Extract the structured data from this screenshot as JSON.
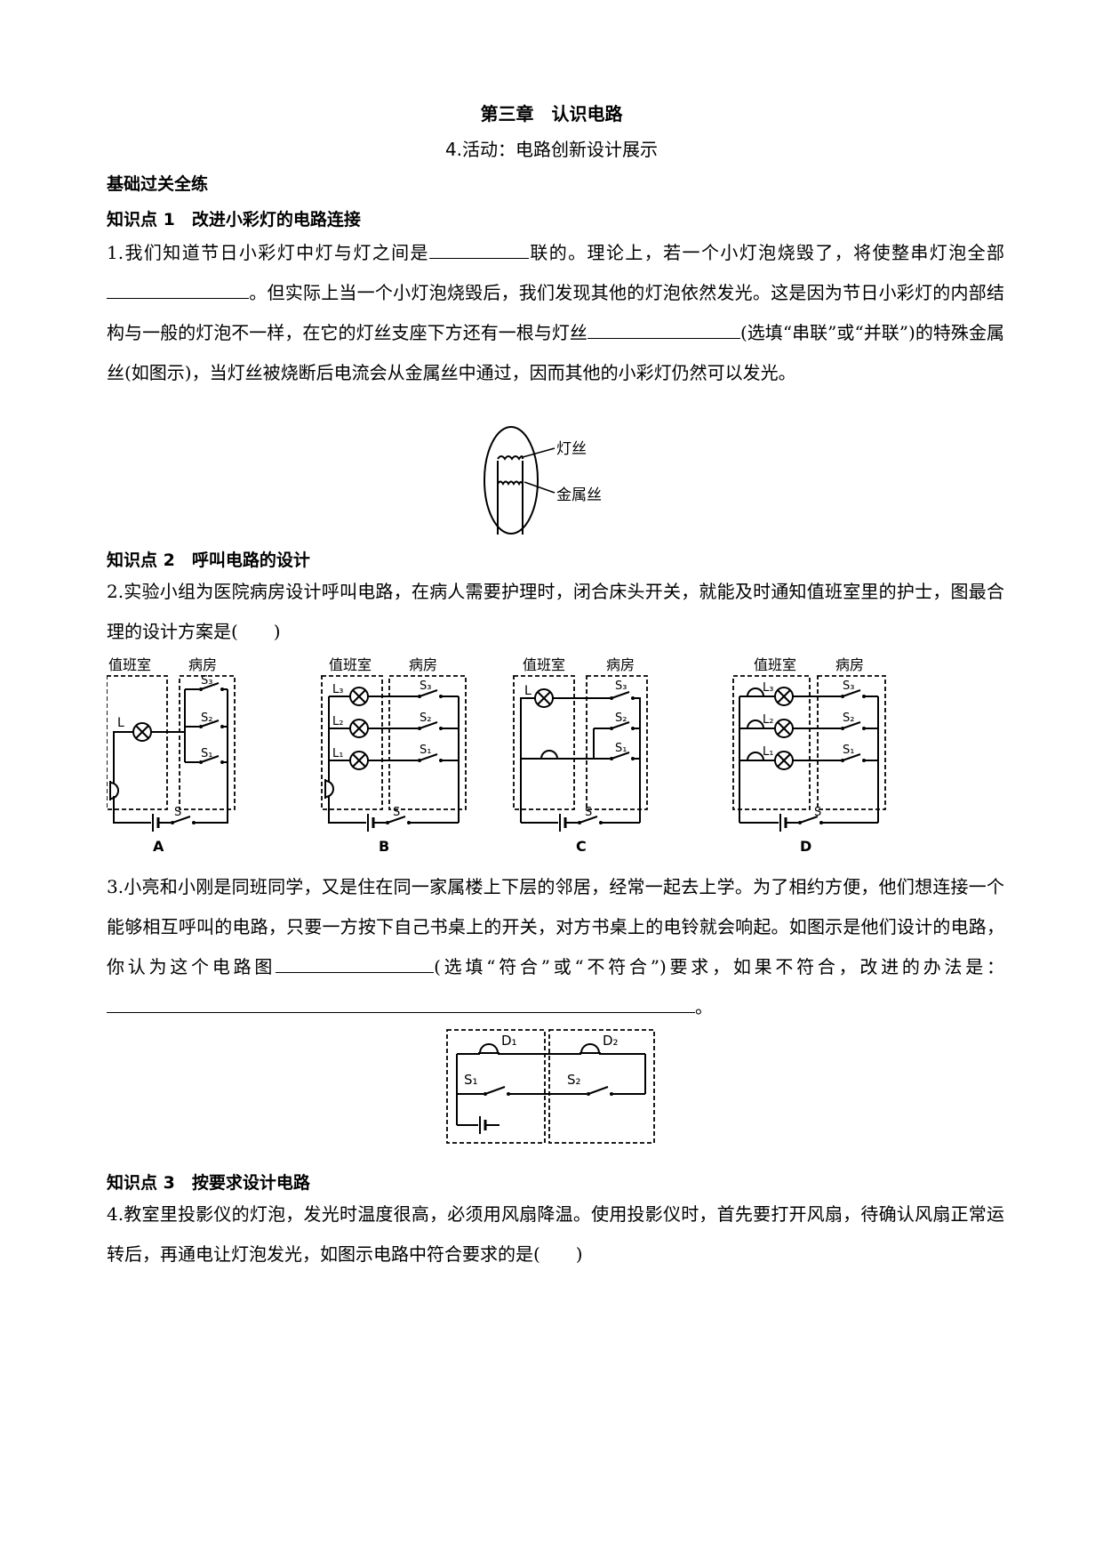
{
  "header": {
    "chapter": "第三章　认识电路",
    "lesson": "4.活动：电路创新设计展示"
  },
  "sections": {
    "basic": "基础过关全练",
    "kp1": "知识点 1　改进小彩灯的电路连接",
    "kp2": "知识点 2　呼叫电路的设计",
    "kp3": "知识点 3　按要求设计电路"
  },
  "q1": {
    "s1": "1.我们知道节日小彩灯中灯与灯之间是",
    "s2": "联的。理论上，若一个小灯泡烧毁了，将使整串灯泡全部",
    "s3": "。但实际上当一个小灯泡烧毁后，我们发现其他的灯泡依然发光。这是因为节日小彩灯的内部结构与一般的灯泡不一样，在它的灯丝支座下方还有一根与灯丝",
    "s4": "(选填“串联”或“并联”)的特殊金属丝(如图示)，当灯丝被烧断后电流会从金属丝中通过，因而其他的小彩灯仍然可以发光。",
    "fig_label_filament": "灯丝",
    "fig_label_wire": "金属丝"
  },
  "q2": {
    "text": "2.实验小组为医院病房设计呼叫电路，在病人需要护理时，闭合床头开关，就能及时通知值班室里的护士，图最合理的设计方案是(　　)",
    "room_duty": "值班室",
    "room_ward": "病房",
    "options": [
      "A",
      "B",
      "C",
      "D"
    ],
    "lamp": "L",
    "lamps": [
      "L₃",
      "L₂",
      "L₁"
    ],
    "switches": [
      "S₃",
      "S₂",
      "S₁"
    ],
    "main_switch": "S"
  },
  "q3": {
    "s1": "3.小亮和小刚是同班同学，又是住在同一家属楼上下层的邻居，经常一起去上学。为了相约方便，他们想连接一个能够相互呼叫的电路，只要一方按下自己书桌上的开关，对方书桌上的电铃就会响起。如图示是他们设计的电路，你认为这个电路图",
    "s2": "(选填“符合”或“不符合”)要求，如果不符合，改进的办法是：",
    "s3": "。",
    "bell1": "D₁",
    "bell2": "D₂",
    "sw1": "S₁",
    "sw2": "S₂"
  },
  "q4": {
    "text": "4.教室里投影仪的灯泡，发光时温度很高，必须用风扇降温。使用投影仪时，首先要打开风扇，待确认风扇正常运转后，再通电让灯泡发光，如图示电路中符合要求的是(　　)"
  }
}
